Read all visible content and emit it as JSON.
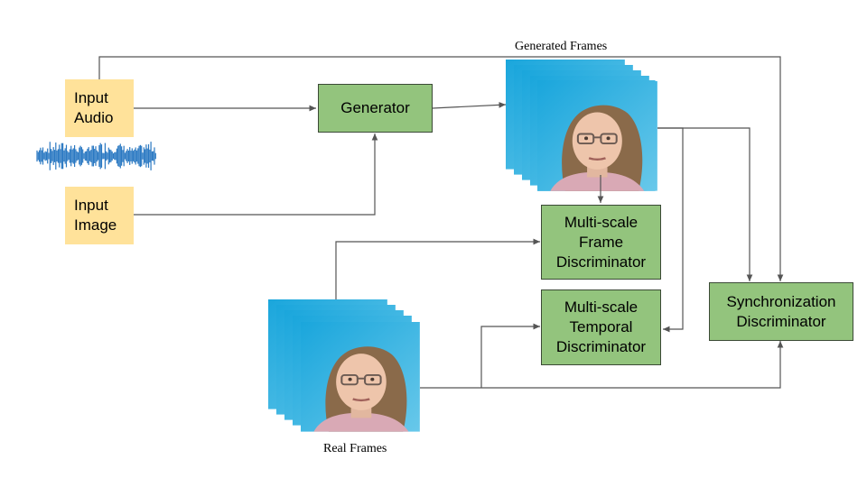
{
  "inputs": {
    "audio": "Input\nAudio",
    "image": "Input\nImage"
  },
  "blocks": {
    "generator": "Generator",
    "frame_disc": "Multi-scale\nFrame\nDiscriminator",
    "temporal_disc": "Multi-scale\nTemporal\nDiscriminator",
    "sync_disc": "Synchronization\nDiscriminator"
  },
  "captions": {
    "generated": "Generated Frames",
    "real": "Real Frames"
  },
  "colors": {
    "input_fill": "#ffe29a",
    "block_fill": "#93c47d",
    "waveform": "#2a78c2",
    "frame_bg": "#3fb2df",
    "arrow": "#555555"
  }
}
